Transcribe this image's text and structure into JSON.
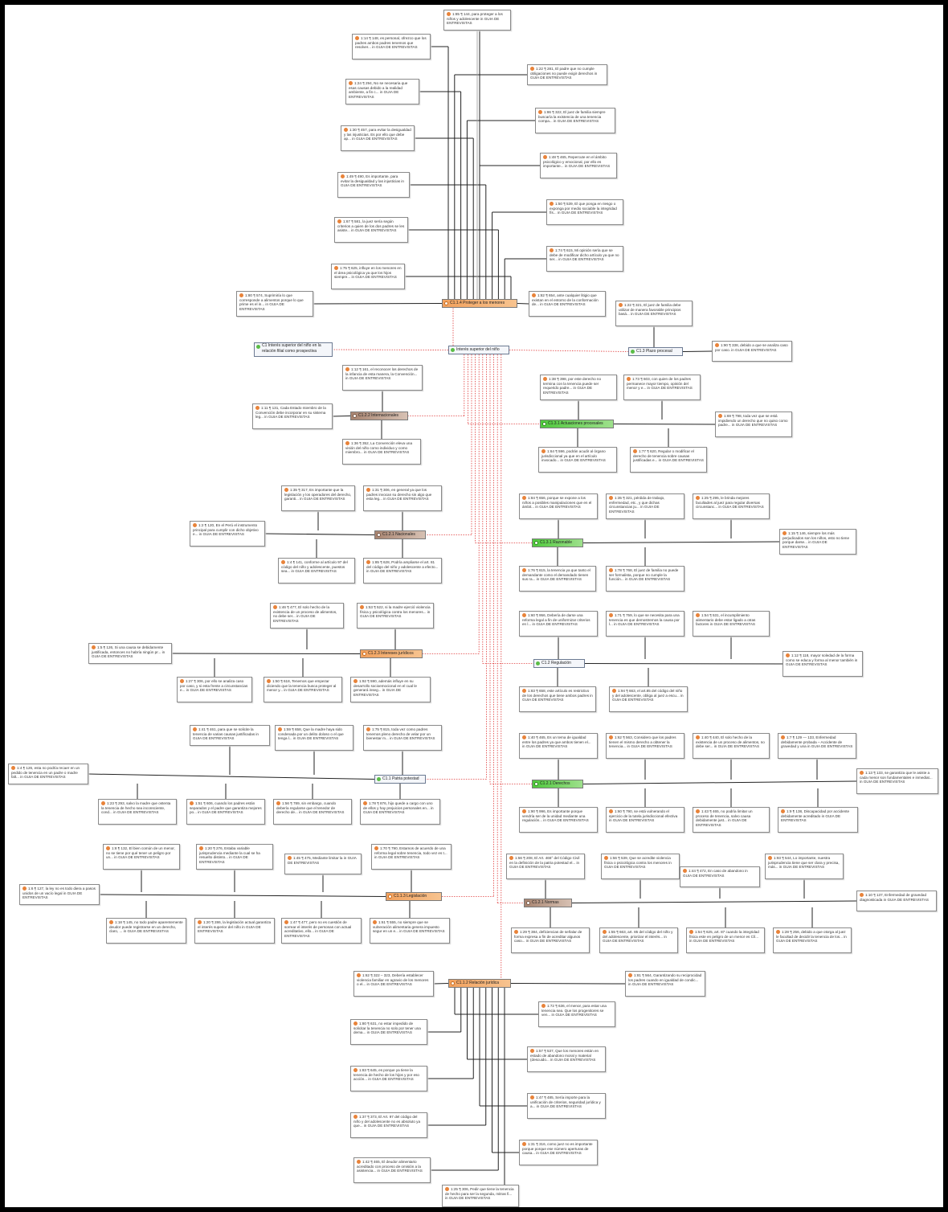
{
  "codes": {
    "proteger": "C1.1.4 Proteger a los menores",
    "proteger_color": "#f5a66a",
    "central": "Interés superior del niño",
    "c1": "C1 Interés superior del niño en la relación filial como prospectiva",
    "plazo": "C1.3 Plazo procesal",
    "internacionales": "C1.2.2 Internacionales",
    "actuaciones": "C1.3.1 Actuaciones procesales",
    "nacionales": "C1.2.1 Nacionales",
    "razonable": "C1.3.1 Razonable",
    "intereses": "C1.2.3 Intereses jurídicos",
    "regulacion": "C1.2 Regulación",
    "patria": "C1.1 Patria potestad",
    "derechos": "C1.2.1 Derechos",
    "legislacion": "C1.1.3 Legislación",
    "normas": "C1.2.1 Normas",
    "relacion": "C1.1.2 Relación jurídica"
  },
  "quotes": [
    {
      "name": "quote-top",
      "text": "1:85 ¶ 144, para proteger a los niños y adolescente in GUIA DE ENTREVISTAS"
    },
    {
      "name": "quote-a1",
      "text": "1:14 ¶ 148, es personal, ofrezco que los padres ambos padres tenemos que resolver... in GUIA DE ENTREVISTAS"
    },
    {
      "name": "quote-a2",
      "text": "1:22 ¶ 281, El padre que no cumple obligaciones no puede exigir derechos in GUIA DE ENTREVISTAS"
    },
    {
      "name": "quote-a3",
      "text": "1:24 ¶ 294, No se necesaria que esas causas debido a la realidad ambiente, a fin c... in GUIA DE ENTREVISTAS"
    },
    {
      "name": "quote-a4",
      "text": "1:86 ¶ 322, El juez de familia siempre buscaría la existencia de una tenencia compa... in GUIA DE ENTREVISTAS"
    },
    {
      "name": "quote-a5",
      "text": "1:30 ¶ 457, para evitar la desigualdad y las injusticias. Es por ello que debe ap... in GUIA DE ENTREVISTAS"
    },
    {
      "name": "quote-a6",
      "text": "1:48 ¶ 465, Repercute en el ámbito psicológico y emocional, por ello es importante... in GUIA DE ENTREVISTAS"
    },
    {
      "name": "quote-a7",
      "text": "1:49 ¶ 490, Es importante, para evitar la desigualdad y las injusticias in GUIA DE ENTREVISTAS"
    },
    {
      "name": "quote-a8",
      "text": "1:50 ¶ 539, El que ponga en riesgo o exponga por medio sociable la integridad fís... in GUIA DE ENTREVISTAS"
    },
    {
      "name": "quote-a9",
      "text": "1:67 ¶ 581, la juez sería según criterios a quien de los dos padres se les asiste... in GUIA DE ENTREVISTAS"
    },
    {
      "name": "quote-a10",
      "text": "1:74 ¶ 615, Mi opinión sería que se debe de modificar dicho artículo ya que no ser... in GUIA DE ENTREVISTAS"
    },
    {
      "name": "quote-a11",
      "text": "1:75 ¶ 625, influye en los menores en el área psicológica ya que los hijos siempre... in GUIA DE ENTREVISTAS"
    },
    {
      "name": "quote-a12",
      "text": "1:80 ¶ 574, Suprimiría lo que corresponde a alimentos porque lo que prime es el in... in GUIA DE ENTREVISTAS"
    },
    {
      "name": "quote-a13",
      "text": "1:82 ¶ 654, ante cualquier litigio que existan en el entorno de la conformación de... in GUIA DE ENTREVISTAS"
    },
    {
      "name": "quote-b1",
      "text": "1:22 ¶ 321, El juez de familia debe utilizar de manera favorable principios basá... in GUIA DE ENTREVISTAS"
    },
    {
      "name": "quote-b2",
      "text": "1:90 ¶ 338, debido a que se analiza caso por caso. in GUIA DE ENTREVISTAS"
    },
    {
      "name": "quote-c1",
      "text": "1:12 ¶ 161, el reconocer los derechos de la infancia de esta manera, la Convención... in GUIA DE ENTREVISTAS"
    },
    {
      "name": "quote-c2",
      "text": "1:11 ¶ 131, Cada Estado miembro de la Convención debe incorporar en su sistema leg... in GUIA DE ENTREVISTAS"
    },
    {
      "name": "quote-c3",
      "text": "1:36 ¶ 352, La Convención eleva una visión del niño como individuo y como miembro... in GUIA DE ENTREVISTAS"
    },
    {
      "name": "quote-d1",
      "text": "1:38 ¶ 398, por este derecho no termina con la tenencia puede ser requerido padre... in GUIA DE ENTREVISTAS"
    },
    {
      "name": "quote-d2",
      "text": "1:73 ¶ 603, con quien de los padres permanece mayor tiempo, opinión del menor y e... in GUIA DE ENTREVISTAS"
    },
    {
      "name": "quote-d3",
      "text": "1:69 ¶ 798, toda vez que se está impidiendo un derecho que no quiso como padre... in GUIA DE ENTREVISTAS"
    },
    {
      "name": "quote-d4",
      "text": "1:64 ¶ 596, podrán acudir al órgano jurisdiccional ya que en el artículo invocado... in GUIA DE ENTREVISTAS"
    },
    {
      "name": "quote-d5",
      "text": "1:77 ¶ 620, Regular o modificar el derecho de tenencia sobre causas justificadas e... in GUIA DE ENTREVISTAS"
    },
    {
      "name": "quote-e1",
      "text": "1:35 ¶ 317, Es importante que la legislación y los operadores del derecho, garanti... in GUIA DE ENTREVISTAS"
    },
    {
      "name": "quote-e2",
      "text": "1:31 ¶ 306, en general ya que los padres invocan su derecho sin algo que esta leg... in GUIA DE ENTREVISTAS"
    },
    {
      "name": "quote-e3",
      "text": "1:2 ¶ 120, En el Perú el instrumento principal para cumplir con dicho objetivo e... in GUIA DE ENTREVISTAS"
    },
    {
      "name": "quote-e4",
      "text": "1:4 ¶ 141, conforme al artículo 97 del código del niño y adolescente, puestos sea... in GUIA DE ENTREVISTAS"
    },
    {
      "name": "quote-e5",
      "text": "1:85 ¶ 628, Podría ampliarse el art. 81 del código del niño y adolescente a efecto... in GUIA DE ENTREVISTAS"
    },
    {
      "name": "quote-f1",
      "text": "1:84 ¶ 656, porque se expone a los niños a posibles manipulaciones que en el ámbit... in GUIA DE ENTREVISTAS"
    },
    {
      "name": "quote-f2",
      "text": "1:35 ¶ 321, pérdida de trabajo, enfermedad, etc., y que dichas circunstancias ju... in GUIA DE ENTREVISTAS"
    },
    {
      "name": "quote-f3",
      "text": "1:25 ¶ 295, le brinda mejores facultades al juez para regular diversas circunstanc... in GUIA DE ENTREVISTAS"
    },
    {
      "name": "quote-f4",
      "text": "1:15 ¶ 146, siempre los más perjudicados son los niños, esto no tiene porque darse... in GUIA DE ENTREVISTAS"
    },
    {
      "name": "quote-f5",
      "text": "1:76 ¶ 615, la tenencia ya que tanto el demandante como el demandado tienen sus ra... in GUIA DE ENTREVISTAS"
    },
    {
      "name": "quote-f6",
      "text": "1:78 ¶ 768, El juez de familia no puede ser formalista, porque no cumple la función... in GUIA DE ENTREVISTAS"
    },
    {
      "name": "quote-g1",
      "text": "1:46 ¶ 477, El solo hecho de la existencia de un proceso de alimentos, no debe ser... in GUIA DE ENTREVISTAS"
    },
    {
      "name": "quote-g2",
      "text": "1:53 ¶ 522, si la madre ejerció violencia física y psicológica contra los menores... in GUIA DE ENTREVISTAS"
    },
    {
      "name": "quote-g3",
      "text": "1:5 ¶ 126, Si una causa se debidamente justificada, entonces no habría ningún pr... in GUIA DE ENTREVISTAS"
    },
    {
      "name": "quote-g4",
      "text": "1:27 ¶ 306, por ello se analiza caso por caso, y si esta frente a circunstancias e... in GUIA DE ENTREVISTAS"
    },
    {
      "name": "quote-g5",
      "text": "1:50 ¶ 618, Tenemos que empezar diciendo que la tenencia busca proteger al menor y... in GUIA DE ENTREVISTAS"
    },
    {
      "name": "quote-g6",
      "text": "1:92 ¶ 590, además influye en su desarrollo socioemocional en el cual le generará inseg... in GUIA DE ENTREVISTAS"
    },
    {
      "name": "quote-h1",
      "text": "1:60 ¶ 956, Debería de darse una reforma legal a fin de uniformizar criterios en l... in GUIA DE ENTREVISTAS"
    },
    {
      "name": "quote-h2",
      "text": "1:71 ¶ 759, lo que se necesita para una tenencia es que demostremos la causa por l... in GUIA DE ENTREVISTAS"
    },
    {
      "name": "quote-h3",
      "text": "1:54 ¶ 531, el incumplimiento alimentario debe estar ligado a otras factores in GUIA DE ENTREVISTAS"
    },
    {
      "name": "quote-h4",
      "text": "1:12 ¶ 118, mayor soledad de la forma como se educa y forma al menor también in GUIA DE ENTREVISTAS"
    },
    {
      "name": "quote-h5",
      "text": "1:83 ¶ 658, este artículo es restrictivo de los derechos que tiene ambos padres in GUIA DE ENTREVISTAS"
    },
    {
      "name": "quote-h6",
      "text": "1:94 ¶ 663, el art.85 del código del niño y del adolescente, obliga al juez a escu... in GUIA DE ENTREVISTAS"
    },
    {
      "name": "quote-i1",
      "text": "1:41 ¶ 461, para que se solicite la tenencia de varias causas justificadas in GUIA DE ENTREVISTAS"
    },
    {
      "name": "quote-i2",
      "text": "1:59 ¶ 658, Que la madre haya sido condenada por un delito doloso o el que tenga l... in GUIA DE ENTREVISTAS"
    },
    {
      "name": "quote-i3",
      "text": "1:75 ¶ 815, toda vez como padres tenemos pleno derecho de velar por un bienestar m... in GUIA DE ENTREVISTAS"
    },
    {
      "name": "quote-i4",
      "text": "1:4 ¶ 126, esta no podría recaer en un pedido de tenencia en un padre o madre falt... in GUIA DE ENTREVISTAS"
    },
    {
      "name": "quote-i5",
      "text": "1:23 ¶ 293, salvo la madre que ostenta la tenencia de hecho sea inconsciente, cond... in GUIA DE ENTREVISTAS"
    },
    {
      "name": "quote-i6",
      "text": "1:51 ¶ 606, cuando los padres están separados y el padre que garantiza mejores po... in GUIA DE ENTREVISTAS"
    },
    {
      "name": "quote-i7",
      "text": "1:56 ¶ 789, sin embargo, cuando debería regularse que el tenedor de derecho de... in GUIA DE ENTREVISTAS"
    },
    {
      "name": "quote-i8",
      "text": "1:78 ¶ 876, hijo quede a cargo con uno de ellos y hay prejuicios personales en... in GUIA DE ENTREVISTAS"
    },
    {
      "name": "quote-j1",
      "text": "1:40 ¶ 465, Es un tema de igualdad entre los padres ya que ambos tienen el... in GUIA DE ENTREVISTAS"
    },
    {
      "name": "quote-j2",
      "text": "1:62 ¶ 563, Considero que los padres tienen el mismo derecho a obtener la tenencia... in GUIA DE ENTREVISTAS"
    },
    {
      "name": "quote-j3",
      "text": "1:40 ¶ 440, El solo hecho de la existencia de un proceso de alimentos, no debe ser... in GUIA DE ENTREVISTAS"
    },
    {
      "name": "quote-j4",
      "text": "1:7 ¶ 129 — 133, Enfermedad debidamente probada – Accidente de gravedad y una in GUIA DE ENTREVISTAS"
    },
    {
      "name": "quote-j5",
      "text": "1:13 ¶ 133, se garantiza que le asiste a cada menor son fundamentales e inmediat... in GUIA DE ENTREVISTAS"
    },
    {
      "name": "quote-j6",
      "text": "1:90 ¶ 996, Es importante porque vendría ser de la unidad mediante una regulación... in GUIA DE ENTREVISTAS"
    },
    {
      "name": "quote-j7",
      "text": "1:60 ¶ 790, se está vulnerando el ejercicio de la tutela jurisdiccional efectiva in GUIA DE ENTREVISTAS"
    },
    {
      "name": "quote-j8",
      "text": "1:43 ¶ 465, no podría limitar un proceso de tenencia, salvo causa debidamente just... in GUIA DE ENTREVISTAS"
    },
    {
      "name": "quote-j9",
      "text": "1:9 ¶ 138, Discapacidad por accidente debidamente acreditado in GUIA DE ENTREVISTAS"
    },
    {
      "name": "quote-k1",
      "text": "1:8 ¶ 132, El bien común de un menor, no se tiene por qué tener un peligro por un... in GUIA DE ENTREVISTAS"
    },
    {
      "name": "quote-k2",
      "text": "1:20 ¶ 276, Estaba variable jurisprudencia mediante la cual se ha resuelto distinto... in GUIA DE ENTREVISTAS"
    },
    {
      "name": "quote-k3",
      "text": "1:45 ¶ 475, Mediante limitar la in GUIA DE ENTREVISTAS"
    },
    {
      "name": "quote-k4",
      "text": "1:70 ¶ 790, Estamos de acuerdo de una reforma legal sobre tenencia, todo vez es t... in GUIA DE ENTREVISTAS"
    },
    {
      "name": "quote-k5",
      "text": "1:6 ¶ 127, la ley no es todo diera a pasos unidos de un vacío legal in GUIA DE ENTREVISTAS"
    },
    {
      "name": "quote-k6",
      "text": "1:18 ¶ 145, no todo padre aparentemente deudor puede registrarse en un derecho, claro, ... in GUIA DE ENTREVISTAS"
    },
    {
      "name": "quote-k7",
      "text": "1:20 ¶ 286, la legislación actual garantiza el interés superior del niño in GUIA DE ENTREVISTAS"
    },
    {
      "name": "quote-k8",
      "text": "1:47 ¶ 477, pero no es cuestión de sorrear el interés de personas con actual acreditativo, ello... in GUIA DE ENTREVISTAS"
    },
    {
      "name": "quote-k9",
      "text": "1:61 ¶ 555, no siempre que se vulneración alimentaria genera impuesto segur en un e... in GUIA DE ENTREVISTAS"
    },
    {
      "name": "quote-l1",
      "text": "1:56 ¶ 208, El Art. 466° del Código Civil en la definición de la patria potestad el... in GUIA DE ENTREVISTAS"
    },
    {
      "name": "quote-l2",
      "text": "1:56 ¶ 539, Que se acredite violencia física o psicológica contra los menores in GUIA DE ENTREVISTAS"
    },
    {
      "name": "quote-l3",
      "text": "1:44 ¶ 472, En caso de abandono in GUIA DE ENTREVISTAS"
    },
    {
      "name": "quote-l4",
      "text": "1:93 ¶ 544, Lo importante, nuestra jurisprudencia tiene que ser clara y precisa, más... in GUIA DE ENTREVISTAS"
    },
    {
      "name": "quote-l5",
      "text": "1:10 ¶ 137, Enfermedad de gravedad diagnosticada in GUIA DE ENTREVISTAS"
    },
    {
      "name": "quote-l6",
      "text": "1:29 ¶ 384, deficiencias de señalar de forma expresa a fin de acreditar algunos caso... in GUIA DE ENTREVISTAS"
    },
    {
      "name": "quote-l7",
      "text": "1:55 ¶ 663, art. 85 del código del niño y del adolescente, priorizar el interés... in GUIA DE ENTREVISTAS"
    },
    {
      "name": "quote-l8",
      "text": "1:54 ¶ 625, art. 87 cuando la integridad física este en peligro de un menor es Clí... in GUIA DE ENTREVISTAS"
    },
    {
      "name": "quote-l9",
      "text": "1:28 ¶ 256, debido a que otorga al juez le facultad de decidir la tenencia de los... in GUIA DE ENTREVISTAS"
    },
    {
      "name": "quote-m1",
      "text": "1:62 ¶ 322 – 323, Debería establecer violencia familiar en agravio de los menores o el... in GUIA DE ENTREVISTAS"
    },
    {
      "name": "quote-m2",
      "text": "1:81 ¶ 564, Garantizando su reciprocidad los padres cuando en igualdad de condic... in GUIA DE ENTREVISTAS"
    },
    {
      "name": "quote-m3",
      "text": "1:72 ¶ 636, el menor, para estar una tenencia sea. Que los progenitores se ven... in GUIA DE ENTREVISTAS"
    },
    {
      "name": "quote-m4",
      "text": "1:80 ¶ 631, no estar impedido de solicitar la tenencia no solo por tener una dema... in GUIA DE ENTREVISTAS"
    },
    {
      "name": "quote-m5",
      "text": "1:57 ¶ 537, Que los menores están en estado de abandono moral y material (descuido... in GUIA DE ENTREVISTAS"
    },
    {
      "name": "quote-m6",
      "text": "1:83 ¶ 645, es porque ya tiene la tenencia de hecho de los hijos y por eso acción... in GUIA DE ENTREVISTAS"
    },
    {
      "name": "quote-m7",
      "text": "1:47 ¶ 485, Sería importe para la unificación de criterios, seguridad jurídica y a... in GUIA DE ENTREVISTAS"
    },
    {
      "name": "quote-m8",
      "text": "1:37 ¶ 373, El Art. 97 del código del niño y del adolescente no es absoluto ya que... in GUIA DE ENTREVISTAS"
    },
    {
      "name": "quote-m9",
      "text": "1:31 ¶ 316, como juez no es importante porque porque ese número aperturas de causa... in GUIA DE ENTREVISTAS"
    },
    {
      "name": "quote-m10",
      "text": "1:42 ¶ 465, El deudor alimentario acreditado con proceso de omisión a la asistencia... in GUIA DE ENTREVISTAS"
    },
    {
      "name": "quote-bottom",
      "text": "1:25 ¶ 306, Pedir que tiene la tenencia de hecho para ser la segunda, mitras fi... in GUIA DE ENTREVISTAS"
    }
  ]
}
